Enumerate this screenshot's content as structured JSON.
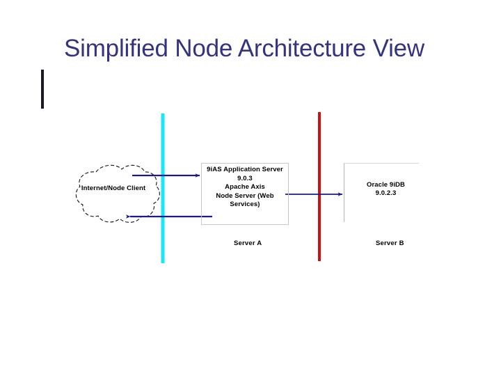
{
  "slide": {
    "title": "Simplified Node Architecture View",
    "title_color": "#33337f",
    "background_color": "#ffffff"
  },
  "diagram": {
    "type": "network-architecture",
    "client": {
      "shape": "cloud",
      "label": "Internet/Node Client"
    },
    "nodes": [
      {
        "id": "app-server",
        "label": "9iAS Application Server 9.0.3 Apache Axis Node Server (Web Services)",
        "lines": [
          "9iAS Application Server",
          "9.0.3",
          "Apache Axis",
          "Node Server (Web",
          "Services)"
        ],
        "border_color": "#c9c9c9"
      },
      {
        "id": "database",
        "label": "Oracle 9iDB 9.0.2.3",
        "lines": [
          "Oracle 9iDB",
          "9.0.2.3"
        ],
        "border_color": "#b6b6b6"
      }
    ],
    "boundaries": [
      {
        "id": "firewall-outer",
        "color": "#00e5ff",
        "orientation": "vertical"
      },
      {
        "id": "firewall-inner",
        "color": "#cc1111",
        "orientation": "vertical"
      }
    ],
    "connectors": [
      {
        "id": "client-to-app",
        "direction": "right",
        "color": "#1a1a8c"
      },
      {
        "id": "app-to-client",
        "direction": "left",
        "color": "#1a1a8c"
      },
      {
        "id": "app-to-db",
        "direction": "right",
        "color": "#1a1a8c"
      }
    ],
    "captions": [
      {
        "id": "server-a",
        "text": "Server A"
      },
      {
        "id": "server-b",
        "text": "Server B"
      }
    ]
  }
}
